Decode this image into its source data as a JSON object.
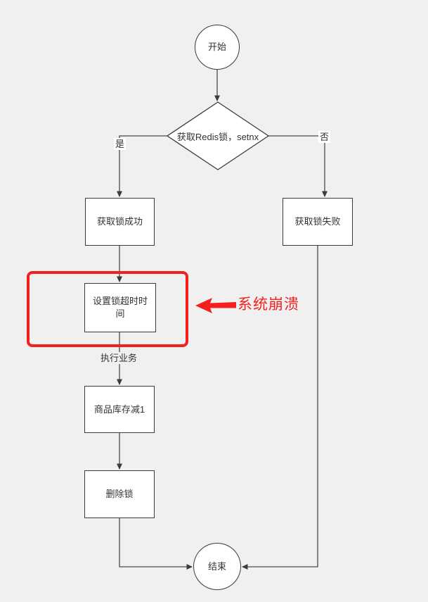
{
  "diagram": {
    "title": "Redis lock flowchart",
    "background_color": "#f0f0f0",
    "colors": {
      "shape_fill": "#ffffff",
      "shape_border": "#3b3b3b",
      "connector": "#4a4a4a",
      "text": "#333333",
      "highlight_red": "#f42020"
    },
    "nodes": {
      "start": {
        "type": "circle",
        "label": "开始"
      },
      "decision": {
        "type": "diamond",
        "label": "获取Redis锁，setnx"
      },
      "lock_success": {
        "type": "process",
        "label": "获取锁成功"
      },
      "lock_fail": {
        "type": "process",
        "label": "获取锁失败"
      },
      "set_timeout": {
        "type": "process",
        "label": "设置锁超时时间",
        "highlighted": true
      },
      "dec_stock": {
        "type": "process",
        "label": "商品库存减1"
      },
      "delete_lock": {
        "type": "process",
        "label": "删除锁"
      },
      "end": {
        "type": "circle",
        "label": "结束"
      }
    },
    "edge_labels": {
      "yes": "是",
      "no": "否",
      "execute_business": "执行业务"
    },
    "annotation": {
      "text": "系统崩溃",
      "color": "#f42020"
    }
  }
}
